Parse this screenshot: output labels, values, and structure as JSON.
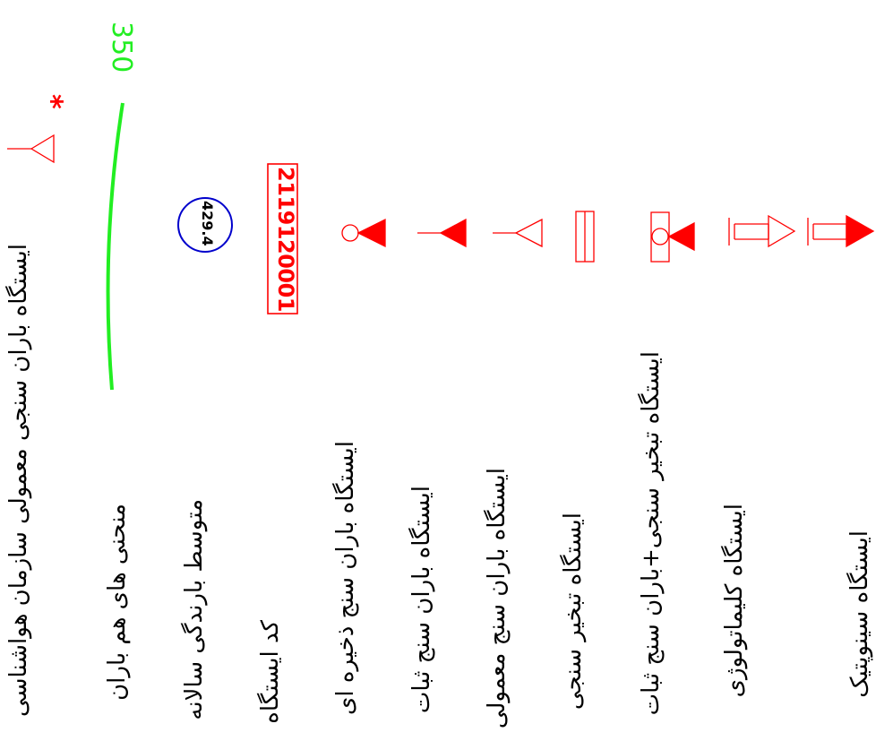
{
  "legend": {
    "rows": [
      {
        "key": "synoptic",
        "label": "ایستگاه سینوپتیک",
        "color": "#ff0000"
      },
      {
        "key": "climatology",
        "label": "ایستگاه کلیماتولوژی",
        "color": "#ff0000"
      },
      {
        "key": "evap_rain_recording",
        "label": "ایستگاه تبخیر سنجی+باران سنج ثبات",
        "color": "#ff0000"
      },
      {
        "key": "evaporation",
        "label": "ایستگاه تبخیر سنجی",
        "color": "#ff0000"
      },
      {
        "key": "rain_ordinary",
        "label": "ایستگاه باران سنج معمولی",
        "color": "#ff0000"
      },
      {
        "key": "rain_recording",
        "label": "ایستگاه باران سنج ثبات",
        "color": "#ff0000"
      },
      {
        "key": "rain_storage",
        "label": "ایستگاه باران سنج ذخیره ای",
        "color": "#ff0000"
      },
      {
        "key": "station_code",
        "label": "کد ایستگاه",
        "code": "2119120001",
        "color": "#ff0000"
      },
      {
        "key": "annual_mean",
        "label": "متوسط بارندگی سالانه",
        "value": "429.4",
        "color": "#0000cc"
      },
      {
        "key": "isohyet",
        "label": "منحنی های هم باران",
        "value": "350",
        "color": "#00ee00"
      },
      {
        "key": "met_org",
        "label": "ایستگاه باران سنجی معمولی سازمان هواشناسی",
        "marker": "*",
        "color": "#ff0000"
      }
    ]
  }
}
